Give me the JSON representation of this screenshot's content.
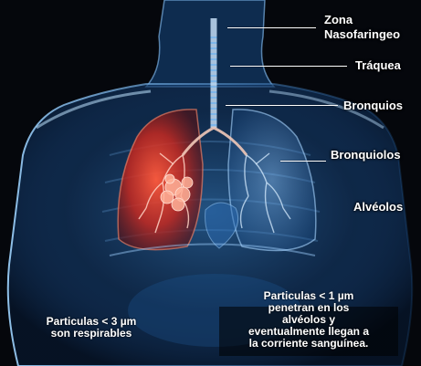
{
  "labels": {
    "nasofaringeo_line1": "Zona",
    "nasofaringeo_line2": "Nasofaringeo",
    "traquea": "Tráquea",
    "bronquios": "Bronquios",
    "bronquiolos": "Bronquiolos",
    "alveolos": "Alvéolos"
  },
  "notes": {
    "respirables": [
      "Particulas < 3 µm",
      "son respirables"
    ],
    "alveolos_sangre": [
      "Particulas < 1 µm",
      "penetran en los",
      "alvéolos y",
      "eventualmente llegan a",
      "la corriente sanguínea."
    ]
  },
  "colors": {
    "background": "#05070c",
    "body_glow": "#2f7fd0",
    "lung_highlight": "#e03a2c",
    "text": "#ffffff"
  }
}
